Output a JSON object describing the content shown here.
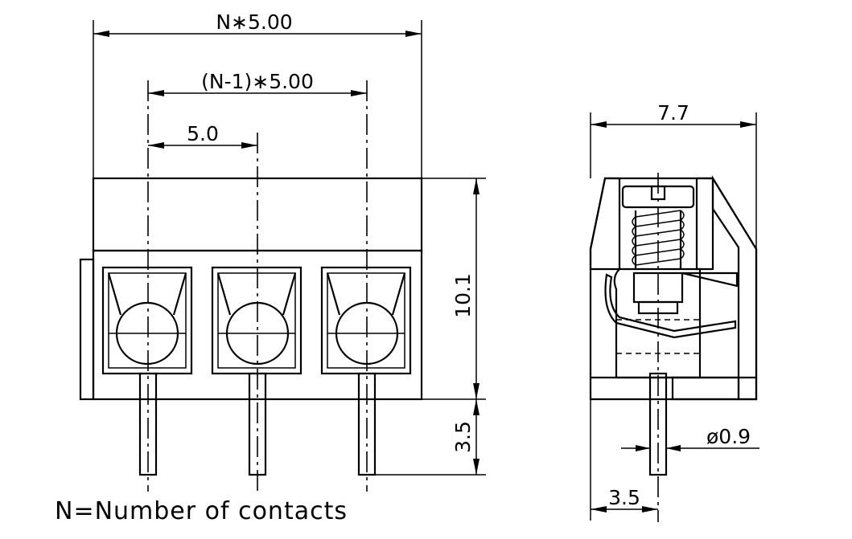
{
  "dimensions": {
    "overall_width": "N∗5.00",
    "pitch_span": "(N-1)∗5.00",
    "pitch": "5.0",
    "body_height": "10.1",
    "pin_length": "3.5",
    "side_depth": "7.7",
    "pin_diameter": "ø0.9",
    "pin_offset": "3.5"
  },
  "note": "N=Number of contacts"
}
